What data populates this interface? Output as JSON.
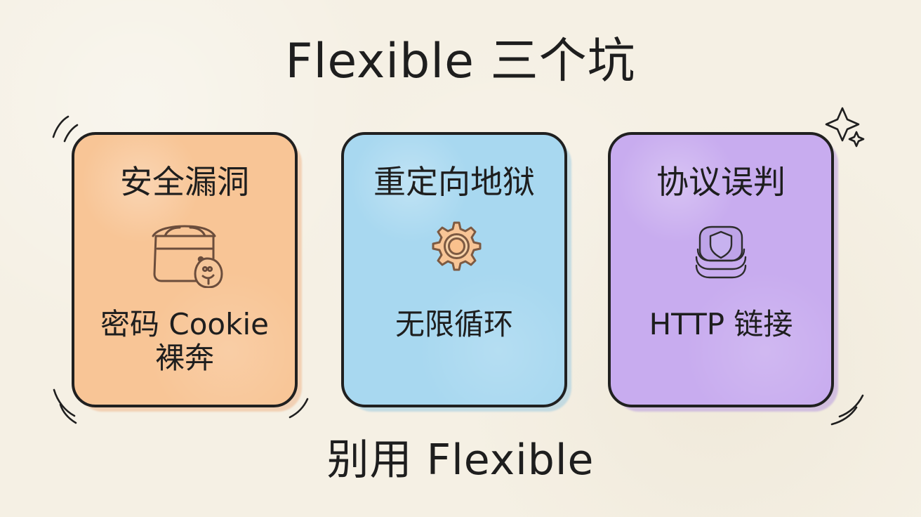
{
  "title": "Flexible 三个坑",
  "cards": [
    {
      "title": "安全漏洞",
      "description_line1": "密码 Cookie",
      "description_line2": "裸奔",
      "icon": "bag-egg-icon",
      "fill": "#f8c596",
      "shadow": "#efb78d"
    },
    {
      "title": "重定向地狱",
      "description_line1": "无限循环",
      "icon": "gear-icon",
      "fill": "#a8d8f0",
      "shadow": "#9ccbe1"
    },
    {
      "title": "协议误判",
      "description_line1": "HTTP 链接",
      "icon": "shield-stack-icon",
      "fill": "#c8acef",
      "shadow": "#b89be0"
    }
  ],
  "footer": "别用 Flexible",
  "colors": {
    "background": "#f5f0e4",
    "ink": "#1e1e1e"
  }
}
